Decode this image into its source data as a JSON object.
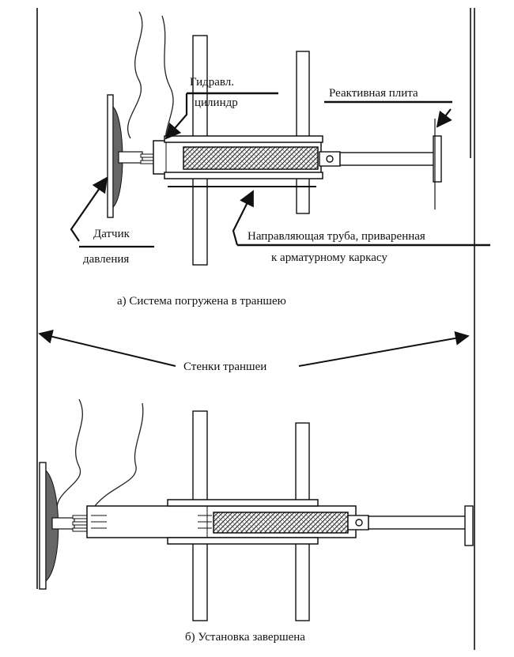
{
  "labels": {
    "hydraulic_cylinder_line1": "Гидравл.",
    "hydraulic_cylinder_line2": "цилиндр",
    "reaction_plate": "Реактивная плита",
    "pressure_sensor_line1": "Датчик",
    "pressure_sensor_line2": "давления",
    "guide_pipe_line1": "Направляющая труба, приваренная",
    "guide_pipe_line2": "к арматурному каркасу",
    "trench_walls": "Стенки траншеи"
  },
  "captions": {
    "a": "а) Система погружена в траншею",
    "b": "б) Установка завершена"
  }
}
